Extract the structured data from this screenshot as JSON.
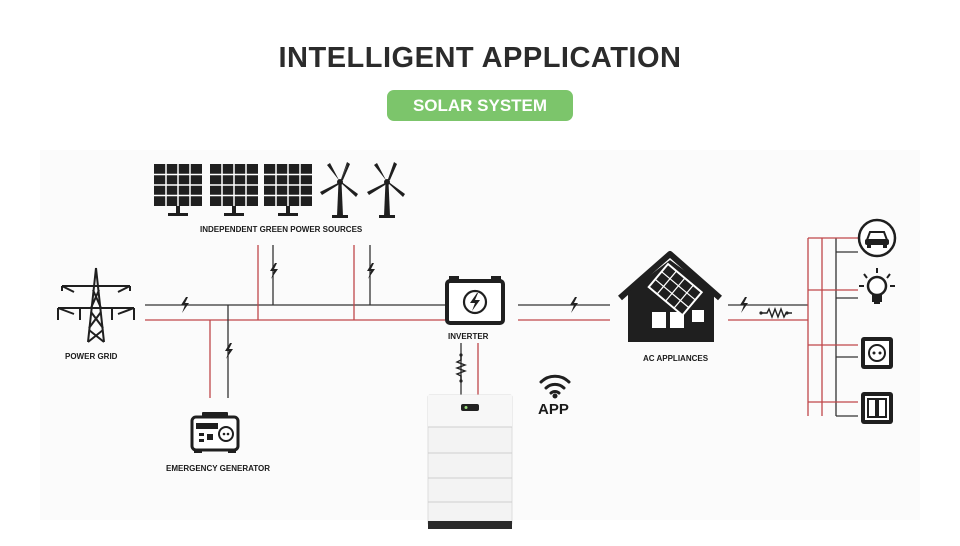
{
  "header": {
    "title": "INTELLIGENT APPLICATION",
    "badge": "SOLAR SYSTEM",
    "badge_color": "#7cc56b"
  },
  "labels": {
    "green_sources": "INDEPENDENT GREEN POWER SOURCES",
    "power_grid": "POWER GRID",
    "inverter": "INVERTER",
    "ac_appliances": "AC APPLIANCES",
    "emergency_generator": "EMERGENCY GENERATOR",
    "app": "APP"
  },
  "colors": {
    "line_dark": "#333333",
    "line_red": "#c0474a",
    "icon_dark": "#2a2a2a"
  },
  "icons": [
    "power-tower-icon",
    "solar-panel-icon",
    "wind-turbine-icon",
    "inverter-icon",
    "house-icon",
    "generator-icon",
    "battery-stack-icon",
    "wifi-icon",
    "car-icon",
    "bulb-icon",
    "socket-icon",
    "switch-icon",
    "lightning-icon",
    "resistor-icon"
  ]
}
